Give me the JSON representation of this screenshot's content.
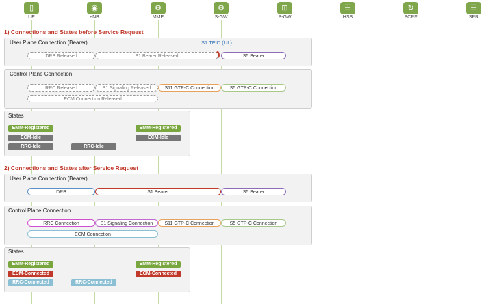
{
  "nodes": [
    {
      "label": "UE",
      "icon": "▯"
    },
    {
      "label": "eNB",
      "icon": "◉"
    },
    {
      "label": "MME",
      "icon": "⚙"
    },
    {
      "label": "S-GW",
      "icon": "⚙"
    },
    {
      "label": "P-GW",
      "icon": "⊞"
    },
    {
      "label": "HSS",
      "icon": "☰"
    },
    {
      "label": "PCRF",
      "icon": "↻"
    },
    {
      "label": "SPR",
      "icon": "☰"
    }
  ],
  "before": {
    "title": "1) Connections and States before Service Request",
    "user_plane": {
      "title": "User Plane Connection (Bearer)",
      "teid": "S1 TEID (UL)",
      "drb": "DRB Released",
      "s1": "S1 Bearer Released",
      "s5": "S5 Bearer"
    },
    "control_plane": {
      "title": "Control Plane Connection",
      "rrc": "RRC  Released",
      "s1sig": "S1 Signaling Released",
      "s11": "S11 GTP-C Connection",
      "s5c": "S5 GTP-C Connection",
      "ecm": "ECM Connection Released"
    },
    "states": {
      "title": "States",
      "ue_emm": "EMM-Registered",
      "ue_ecm": "ECM-Idle",
      "ue_rrc": "RRC-Idle",
      "enb_rrc": "RRC-Idle",
      "mme_emm": "EMM-Registered",
      "mme_ecm": "ECM-Idle"
    }
  },
  "after": {
    "title": "2) Connections and States after Service Request",
    "user_plane": {
      "title": "User Plane Connection (Bearer)",
      "drb": "DRB",
      "s1": "S1 Bearer",
      "s5": "S5 Bearer"
    },
    "control_plane": {
      "title": "Control Plane Connection",
      "rrc": "RRC Connection",
      "s1sig": "S1 Signaling Connection",
      "s11": "S11 GTP-C Connection",
      "s5c": "S5 GTP-C Connection",
      "ecm": "ECM Connection"
    },
    "states": {
      "title": "States",
      "ue_emm": "EMM-Registered",
      "ue_ecm": "ECM-Connected",
      "ue_rrc": "RRC-Connected",
      "enb_rrc": "RRC-Connected",
      "mme_emm": "EMM-Registered",
      "mme_ecm": "ECM-Connected"
    }
  },
  "colors": {
    "green": "#7aa63f",
    "gray": "#777777",
    "red": "#c0392b",
    "blue": "#8bbfd4",
    "lifeline": "#c5dba6"
  }
}
